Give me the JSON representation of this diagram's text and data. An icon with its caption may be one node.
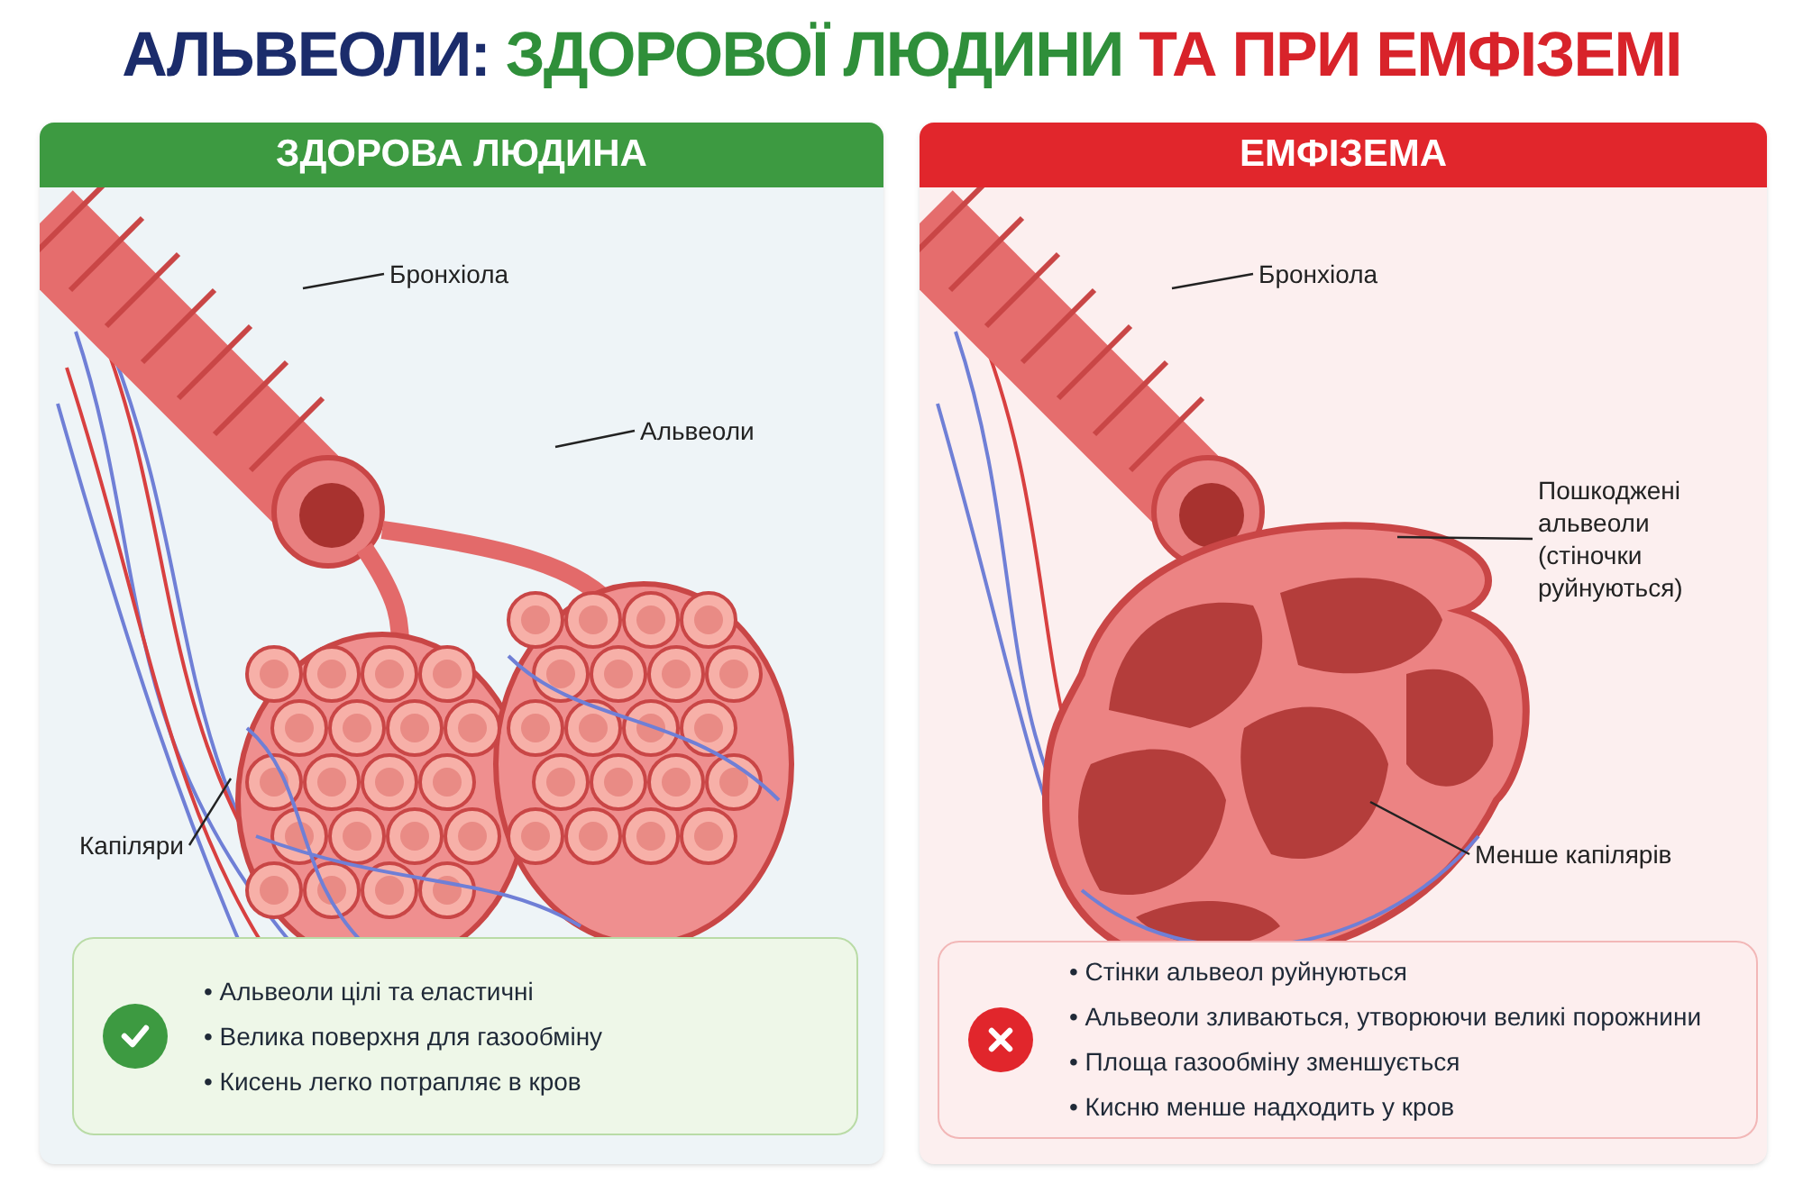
{
  "diagram": {
    "title": "АЛЬВЕОЛИ: ЗДОРОВОЇ ЛЮДИНИ ТА ПРИ ЕМФІЗЕМІ",
    "nodes": [
      {
        "text": [
          "ЗДОРОВА ЛЮДИНА"
        ]
      },
      {
        "text": [
          "Бронхіола"
        ],
        "in": 0
      },
      {
        "text": [
          "Альвеоли"
        ],
        "in": 0
      },
      {
        "text": [
          "Капіляри"
        ],
        "in": 0
      },
      {
        "text": [
          "• Альвеоли цілі та еластичні",
          "• Велика поверхня для газообміну",
          "• Кисень легко потрапляє в кров"
        ],
        "in": 0
      },
      {
        "text": [
          "ЕМФІЗЕМА"
        ]
      },
      {
        "text": [
          "Бронхіола"
        ],
        "in": 5
      },
      {
        "text": [
          "Пошкоджені альвеоли (стіночки руйнуються)"
        ],
        "in": 5
      },
      {
        "text": [
          "Менше капілярів"
        ],
        "in": 5
      },
      {
        "text": [
          "• Стінки альвеол руйнуються",
          "• Альвеоли зливаються, утворюючи великі порожнини",
          "• Площа газообміну зменшується",
          "• Кисню менше надходить у кров"
        ],
        "in": 5
      }
    ],
    "edges": [
      {
        "from": 1,
        "to": null,
        "arrow": "none"
      },
      {
        "from": 2,
        "to": null,
        "arrow": "none"
      },
      {
        "from": 3,
        "to": null,
        "arrow": "none"
      },
      {
        "from": 6,
        "to": null,
        "arrow": "none"
      },
      {
        "from": 7,
        "to": null,
        "arrow": "none"
      },
      {
        "from": 8,
        "to": null,
        "arrow": "none"
      }
    ]
  }
}
